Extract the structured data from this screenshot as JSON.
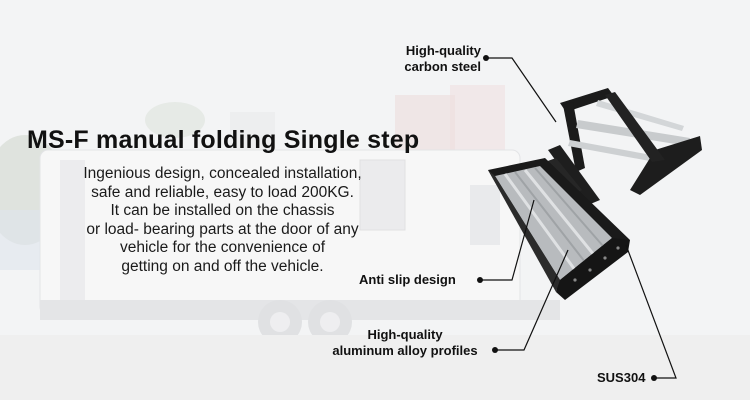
{
  "title": "MS-F manual folding Single step",
  "description_lines": [
    "Ingenious design, concealed  installation,",
    "safe and reliable,  easy to load 200KG.",
    "It can be installed on the chassis",
    "or load- bearing parts at the door of any",
    "vehicle for the convenience of",
    "getting on and off the vehicle."
  ],
  "callouts": {
    "carbon_steel": [
      "High-quality",
      "carbon steel"
    ],
    "anti_slip": "Anti slip design",
    "aluminum": [
      "High-quality",
      "aluminum alloy profiles"
    ],
    "sus": "SUS304"
  },
  "colors": {
    "frame": "#1b1b1b",
    "tread": "#b9bcbf",
    "rail": "#c9ccce",
    "text": "#111111"
  }
}
